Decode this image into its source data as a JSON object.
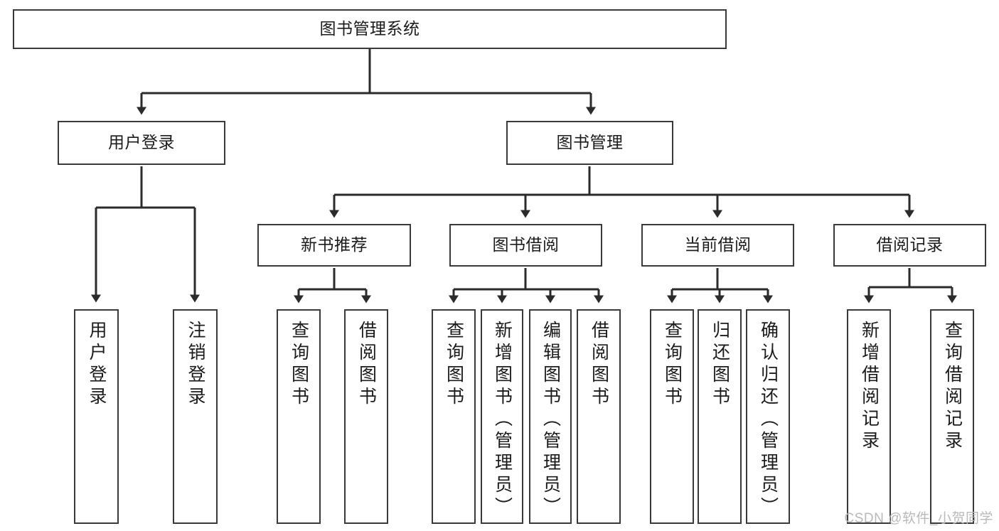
{
  "diagram": {
    "type": "tree",
    "title": "图书管理系统",
    "watermark": "CSDN @软件_小贺同学",
    "colors": {
      "box_border": "#3a3a3a",
      "box_fill": "#ffffff",
      "edge": "#2b2b2b",
      "text": "#1b1b1b",
      "watermark": "#b9b9b9"
    }
  },
  "nodes": {
    "root": {
      "label": "图书管理系统"
    },
    "level2": [
      {
        "id": "user-login",
        "label": "用户登录"
      },
      {
        "id": "book-manage",
        "label": "图书管理"
      }
    ],
    "level3": [
      {
        "id": "new-book-recommend",
        "label": "新书推荐"
      },
      {
        "id": "book-borrow",
        "label": "图书借阅"
      },
      {
        "id": "current-borrow",
        "label": "当前借阅"
      },
      {
        "id": "borrow-record",
        "label": "借阅记录"
      }
    ],
    "leaves": [
      {
        "id": "leaf-user-login",
        "label": "用户登录",
        "parent": "user-login"
      },
      {
        "id": "leaf-user-logout",
        "label": "注销登录",
        "parent": "user-login"
      },
      {
        "id": "leaf-query-book-1",
        "label": "查询图书",
        "parent": "new-book-recommend"
      },
      {
        "id": "leaf-borrow-book-1",
        "label": "借阅图书",
        "parent": "new-book-recommend"
      },
      {
        "id": "leaf-query-book-2",
        "label": "查询图书",
        "parent": "book-borrow"
      },
      {
        "id": "leaf-add-book",
        "label": "新增图书（管理员）",
        "parent": "book-borrow"
      },
      {
        "id": "leaf-edit-book",
        "label": "编辑图书（管理员）",
        "parent": "book-borrow"
      },
      {
        "id": "leaf-borrow-book-2",
        "label": "借阅图书",
        "parent": "book-borrow"
      },
      {
        "id": "leaf-query-book-3",
        "label": "查询图书",
        "parent": "current-borrow"
      },
      {
        "id": "leaf-return-book",
        "label": "归还图书",
        "parent": "current-borrow"
      },
      {
        "id": "leaf-confirm-return",
        "label": "确认归还（管理员）",
        "parent": "current-borrow"
      },
      {
        "id": "leaf-add-record",
        "label": "新增借阅记录",
        "parent": "borrow-record"
      },
      {
        "id": "leaf-query-record",
        "label": "查询借阅记录",
        "parent": "borrow-record"
      }
    ]
  }
}
